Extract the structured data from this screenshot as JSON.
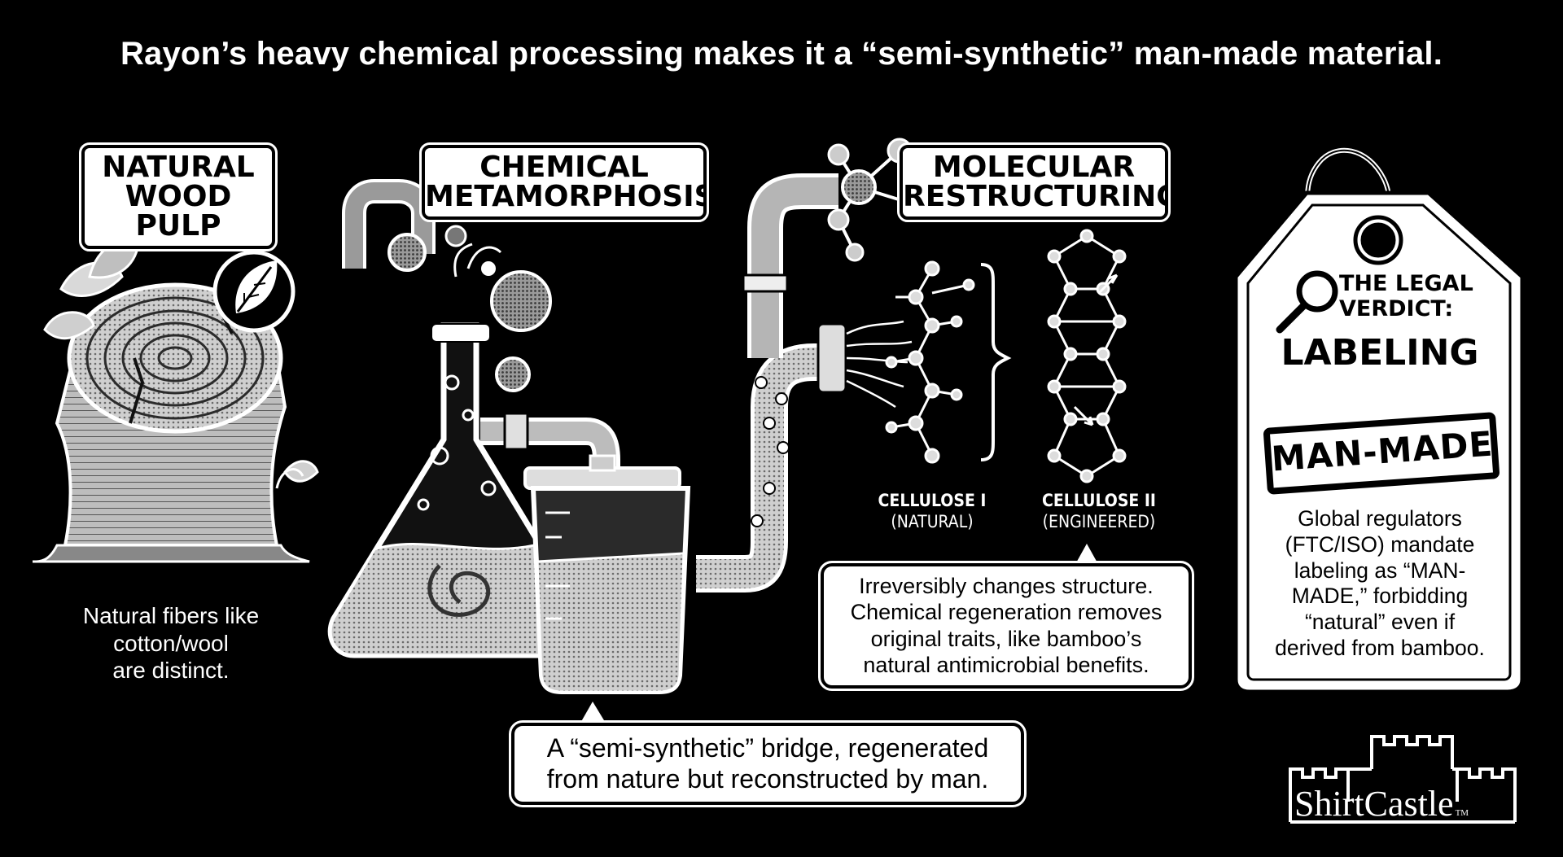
{
  "headline": "Rayon’s heavy chemical processing makes it a “semi-synthetic” man-made material.",
  "stages": {
    "wood": {
      "title_lines": [
        "NATURAL",
        "WOOD PULP"
      ],
      "caption_lines": [
        "Natural fibers like",
        "cotton/wool",
        "are distinct."
      ]
    },
    "chemical": {
      "title_lines": [
        "CHEMICAL",
        "METAMORPHOSIS"
      ]
    },
    "molecular": {
      "title_lines": [
        "MOLECULAR",
        "RESTRUCTURING"
      ],
      "cellulose_one": [
        "CELLULOSE I",
        "(NATURAL)"
      ],
      "cellulose_two": [
        "CELLULOSE II",
        "(ENGINEERED)"
      ],
      "callout_lines": [
        "Irreversibly changes structure.",
        "Chemical regeneration removes",
        "original traits, like bamboo’s",
        "natural antimicrobial benefits."
      ]
    }
  },
  "bridge_callout_lines": [
    "A “semi-synthetic” bridge, regenerated",
    "from nature but reconstructed by man."
  ],
  "tag": {
    "heading_lines": [
      "THE LEGAL",
      "VERDICT:"
    ],
    "heading_big": "LABELING",
    "stamp": "MAN-MADE",
    "body_lines": [
      "Global regulators",
      "(FTC/ISO) mandate",
      "labeling as “MAN-",
      "MADE,” forbidding",
      "“natural” even if",
      "derived from bamboo."
    ]
  },
  "logo": {
    "name": "ShirtCastle",
    "mark": "TM"
  },
  "icons": [
    "leaf-icon",
    "tree-stump-icon",
    "flask-icon",
    "beaker-icon",
    "pipe-icon",
    "molecule-icon",
    "magnifier-icon",
    "castle-icon"
  ]
}
